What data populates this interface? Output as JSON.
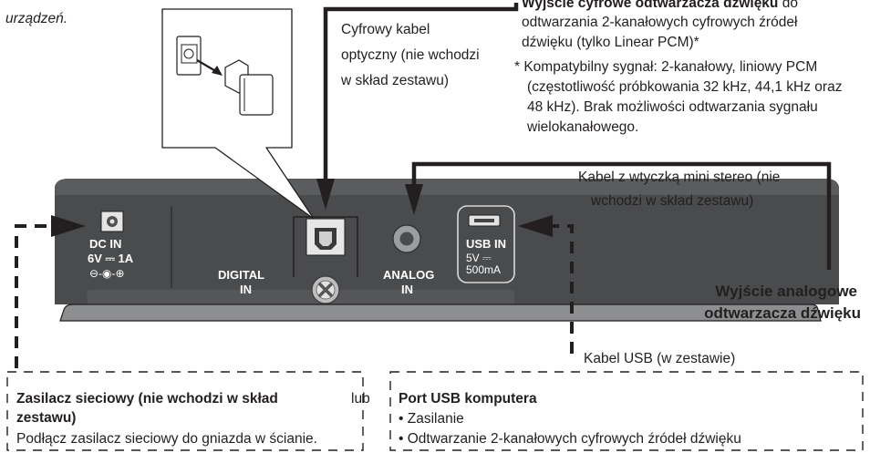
{
  "intro": {
    "fragment": "urządzeń."
  },
  "optical_cable": {
    "line1": "Cyfrowy kabel",
    "line2": "optyczny (nie wchodzi",
    "line3": "w skład zestawu)"
  },
  "digital_output": {
    "title": "Wyjście cyfrowe odtwarzacza dźwięku",
    "title_suffix": " do",
    "line1": "odtwarzania 2-kanałowych cyfrowych źródeł",
    "line2": "dźwięku (tylko Linear PCM)*",
    "note_line1": "* Kompatybilny sygnał: 2-kanałowy, liniowy PCM",
    "note_line2": "(częstotliwość próbkowania 32 kHz, 44,1 kHz oraz",
    "note_line3": "48 kHz). Brak możliwości odtwarzania sygnału",
    "note_line4": "wielokanałowego."
  },
  "mini_stereo": {
    "line1": "Kabel z wtyczką mini stereo (nie",
    "line2": "wchodzi w skład zestawu)"
  },
  "analog_output": {
    "line1": "Wyjście analogowe",
    "line2": "odtwarzacza dźwięku"
  },
  "usb_cable": {
    "label": "Kabel USB (w zestawie)"
  },
  "ac_adapter": {
    "title_line1": "Zasilacz sieciowy (nie wchodzi w skład",
    "title_line2": "zestawu)",
    "instruction": "Podłącz zasilacz sieciowy do gniazda w ścianie."
  },
  "or_word": "lub",
  "pc_usb": {
    "title": "Port USB komputera",
    "bullet1": "• Zasilanie",
    "bullet2": "• Odtwarzanie 2-kanałowych cyfrowych źródeł dźwięku"
  },
  "panel": {
    "dc_in": "DC IN",
    "dc_rating": "6V ⎓ 1A",
    "dc_polarity": "⊖-◉-⊕",
    "digital_line1": "DIGITAL",
    "digital_line2": "IN",
    "analog_line1": "ANALOG",
    "analog_line2": "IN",
    "usb_in": "USB IN",
    "usb_voltage": "5V ⎓",
    "usb_current": "500mA"
  },
  "colors": {
    "panel_dark": "#4a4b4d",
    "panel_top": "#5e5f61",
    "base_light": "#8d8e90",
    "line": "#231f20"
  }
}
